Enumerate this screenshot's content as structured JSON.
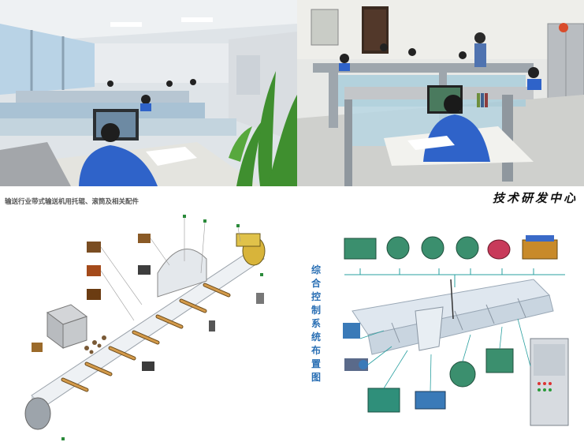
{
  "banner": {
    "title": "技术研发中心"
  },
  "conveyor_diagram": {
    "title": "输送行业带式输送机用托辊、滚筒及相关配件"
  },
  "control_diagram": {
    "title": "综合控制系统布置图"
  },
  "colors": {
    "worker_uniform": "#2f63c9",
    "partition_gray": "#c8ccd2",
    "glass_blue": "#9fc6d8",
    "control_green": "#3b8f6e",
    "title_blue": "#2a6fb4",
    "floor_gray": "#b9bcc0"
  }
}
